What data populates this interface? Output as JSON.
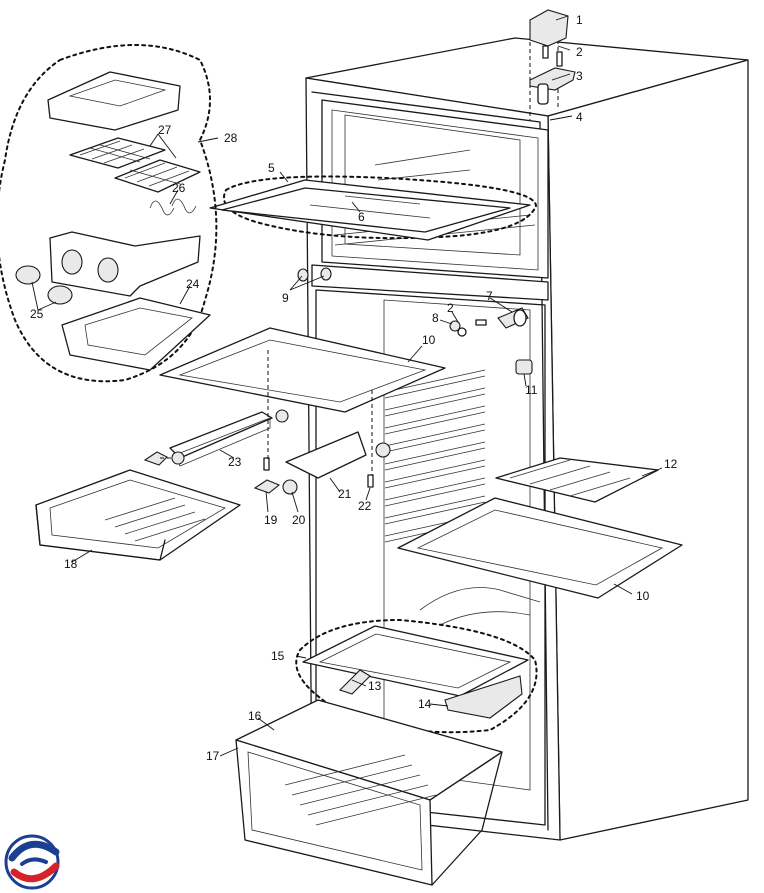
{
  "diagram": {
    "part_labels": [
      "1",
      "2",
      "3",
      "4",
      "5",
      "6",
      "7",
      "8",
      "9",
      "10",
      "11",
      "12",
      "13",
      "14",
      "15",
      "16",
      "17",
      "18",
      "19",
      "20",
      "21",
      "22",
      "23",
      "24",
      "25",
      "26",
      "27",
      "28"
    ],
    "callouts": [
      {
        "text": "1"
      },
      {
        "text": "2"
      },
      {
        "text": "3"
      },
      {
        "text": "4"
      },
      {
        "text": "5"
      },
      {
        "text": "6"
      },
      {
        "text": "9"
      },
      {
        "text": "2"
      },
      {
        "text": "7"
      },
      {
        "text": "8"
      },
      {
        "text": "10"
      },
      {
        "text": "11"
      },
      {
        "text": "12"
      },
      {
        "text": "10"
      },
      {
        "text": "15"
      },
      {
        "text": "13"
      },
      {
        "text": "14"
      },
      {
        "text": "16"
      },
      {
        "text": "17"
      },
      {
        "text": "18"
      },
      {
        "text": "19"
      },
      {
        "text": "20"
      },
      {
        "text": "21"
      },
      {
        "text": "22"
      },
      {
        "text": "23"
      },
      {
        "text": "24"
      },
      {
        "text": "25"
      },
      {
        "text": "26"
      },
      {
        "text": "27"
      },
      {
        "text": "28"
      }
    ],
    "logo": {
      "name": "brand-swirl-logo",
      "colors": {
        "blue": "#1c3f94",
        "red": "#d62128"
      }
    }
  }
}
